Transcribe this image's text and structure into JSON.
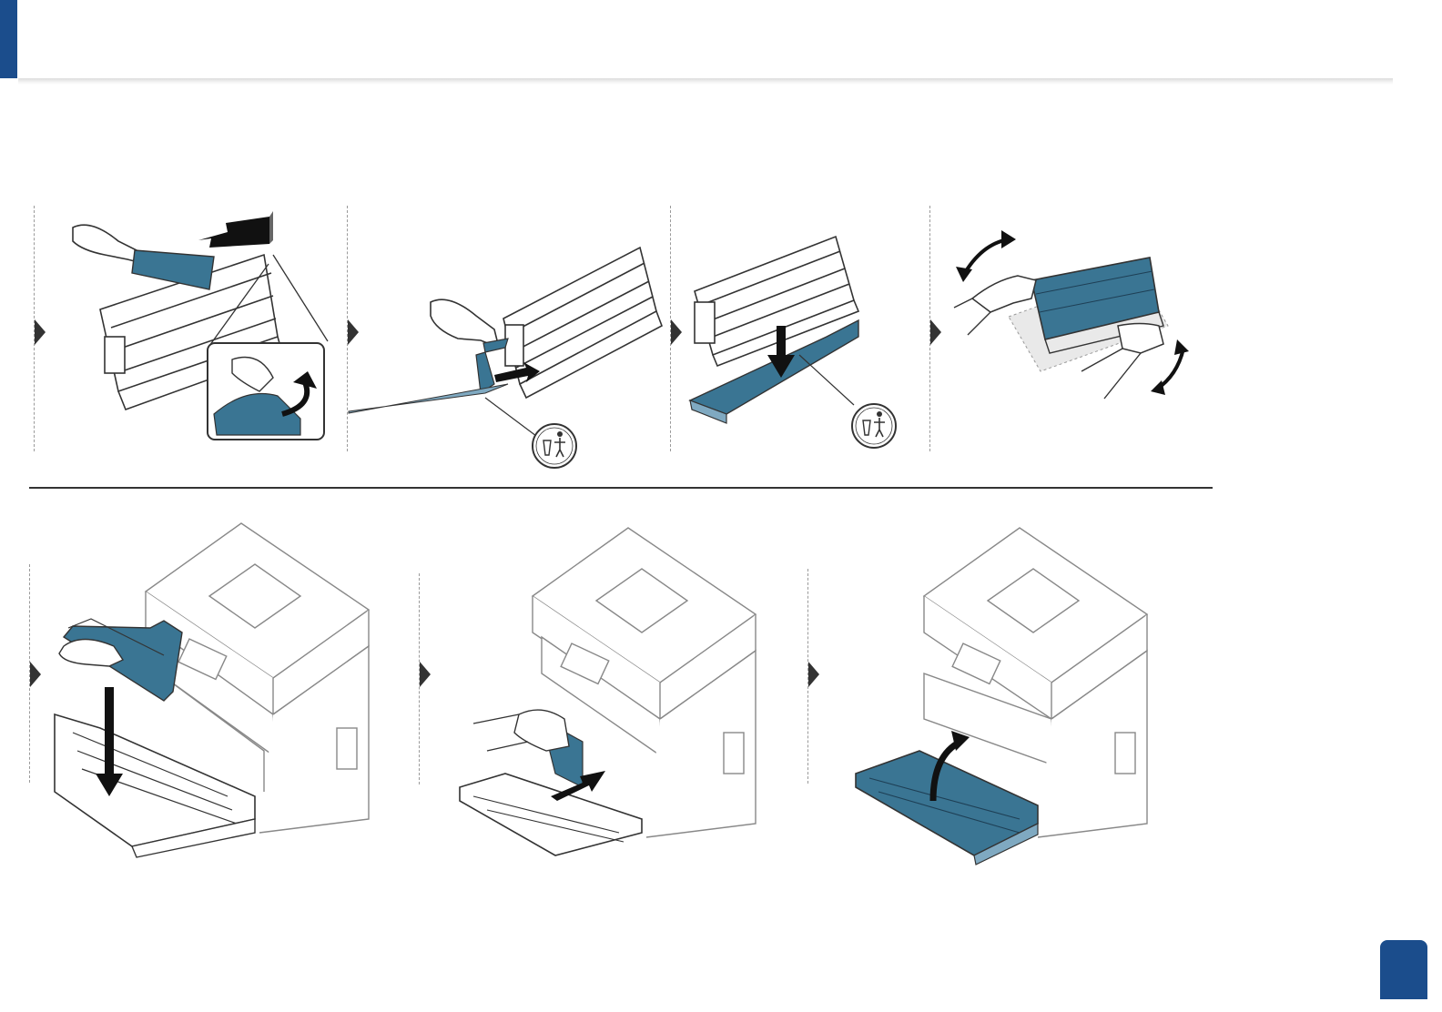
{
  "colors": {
    "brand": "#1b4d8c",
    "illustration_accent": "#3a7593",
    "illustration_accent_light": "#7fa9c1",
    "line": "#333333"
  },
  "header": {
    "corner_tab": "blue-corner-tab"
  },
  "steps_top": [
    {
      "illustration": "remove-tape-from-toner-cartridge"
    },
    {
      "illustration": "pull-out-sealing-tape"
    },
    {
      "illustration": "remove-cartridge-cover"
    },
    {
      "illustration": "shake-cartridge-side-to-side"
    }
  ],
  "steps_bottom": [
    {
      "illustration": "insert-toner-cartridge"
    },
    {
      "illustration": "push-cartridge-into-printer"
    },
    {
      "illustration": "close-front-cover"
    }
  ],
  "icons": [
    "dispose-trash-icon",
    "rotate-arrow-icon",
    "shake-arrows-icon"
  ],
  "page_badge": {
    "icon": "page-number-badge"
  }
}
